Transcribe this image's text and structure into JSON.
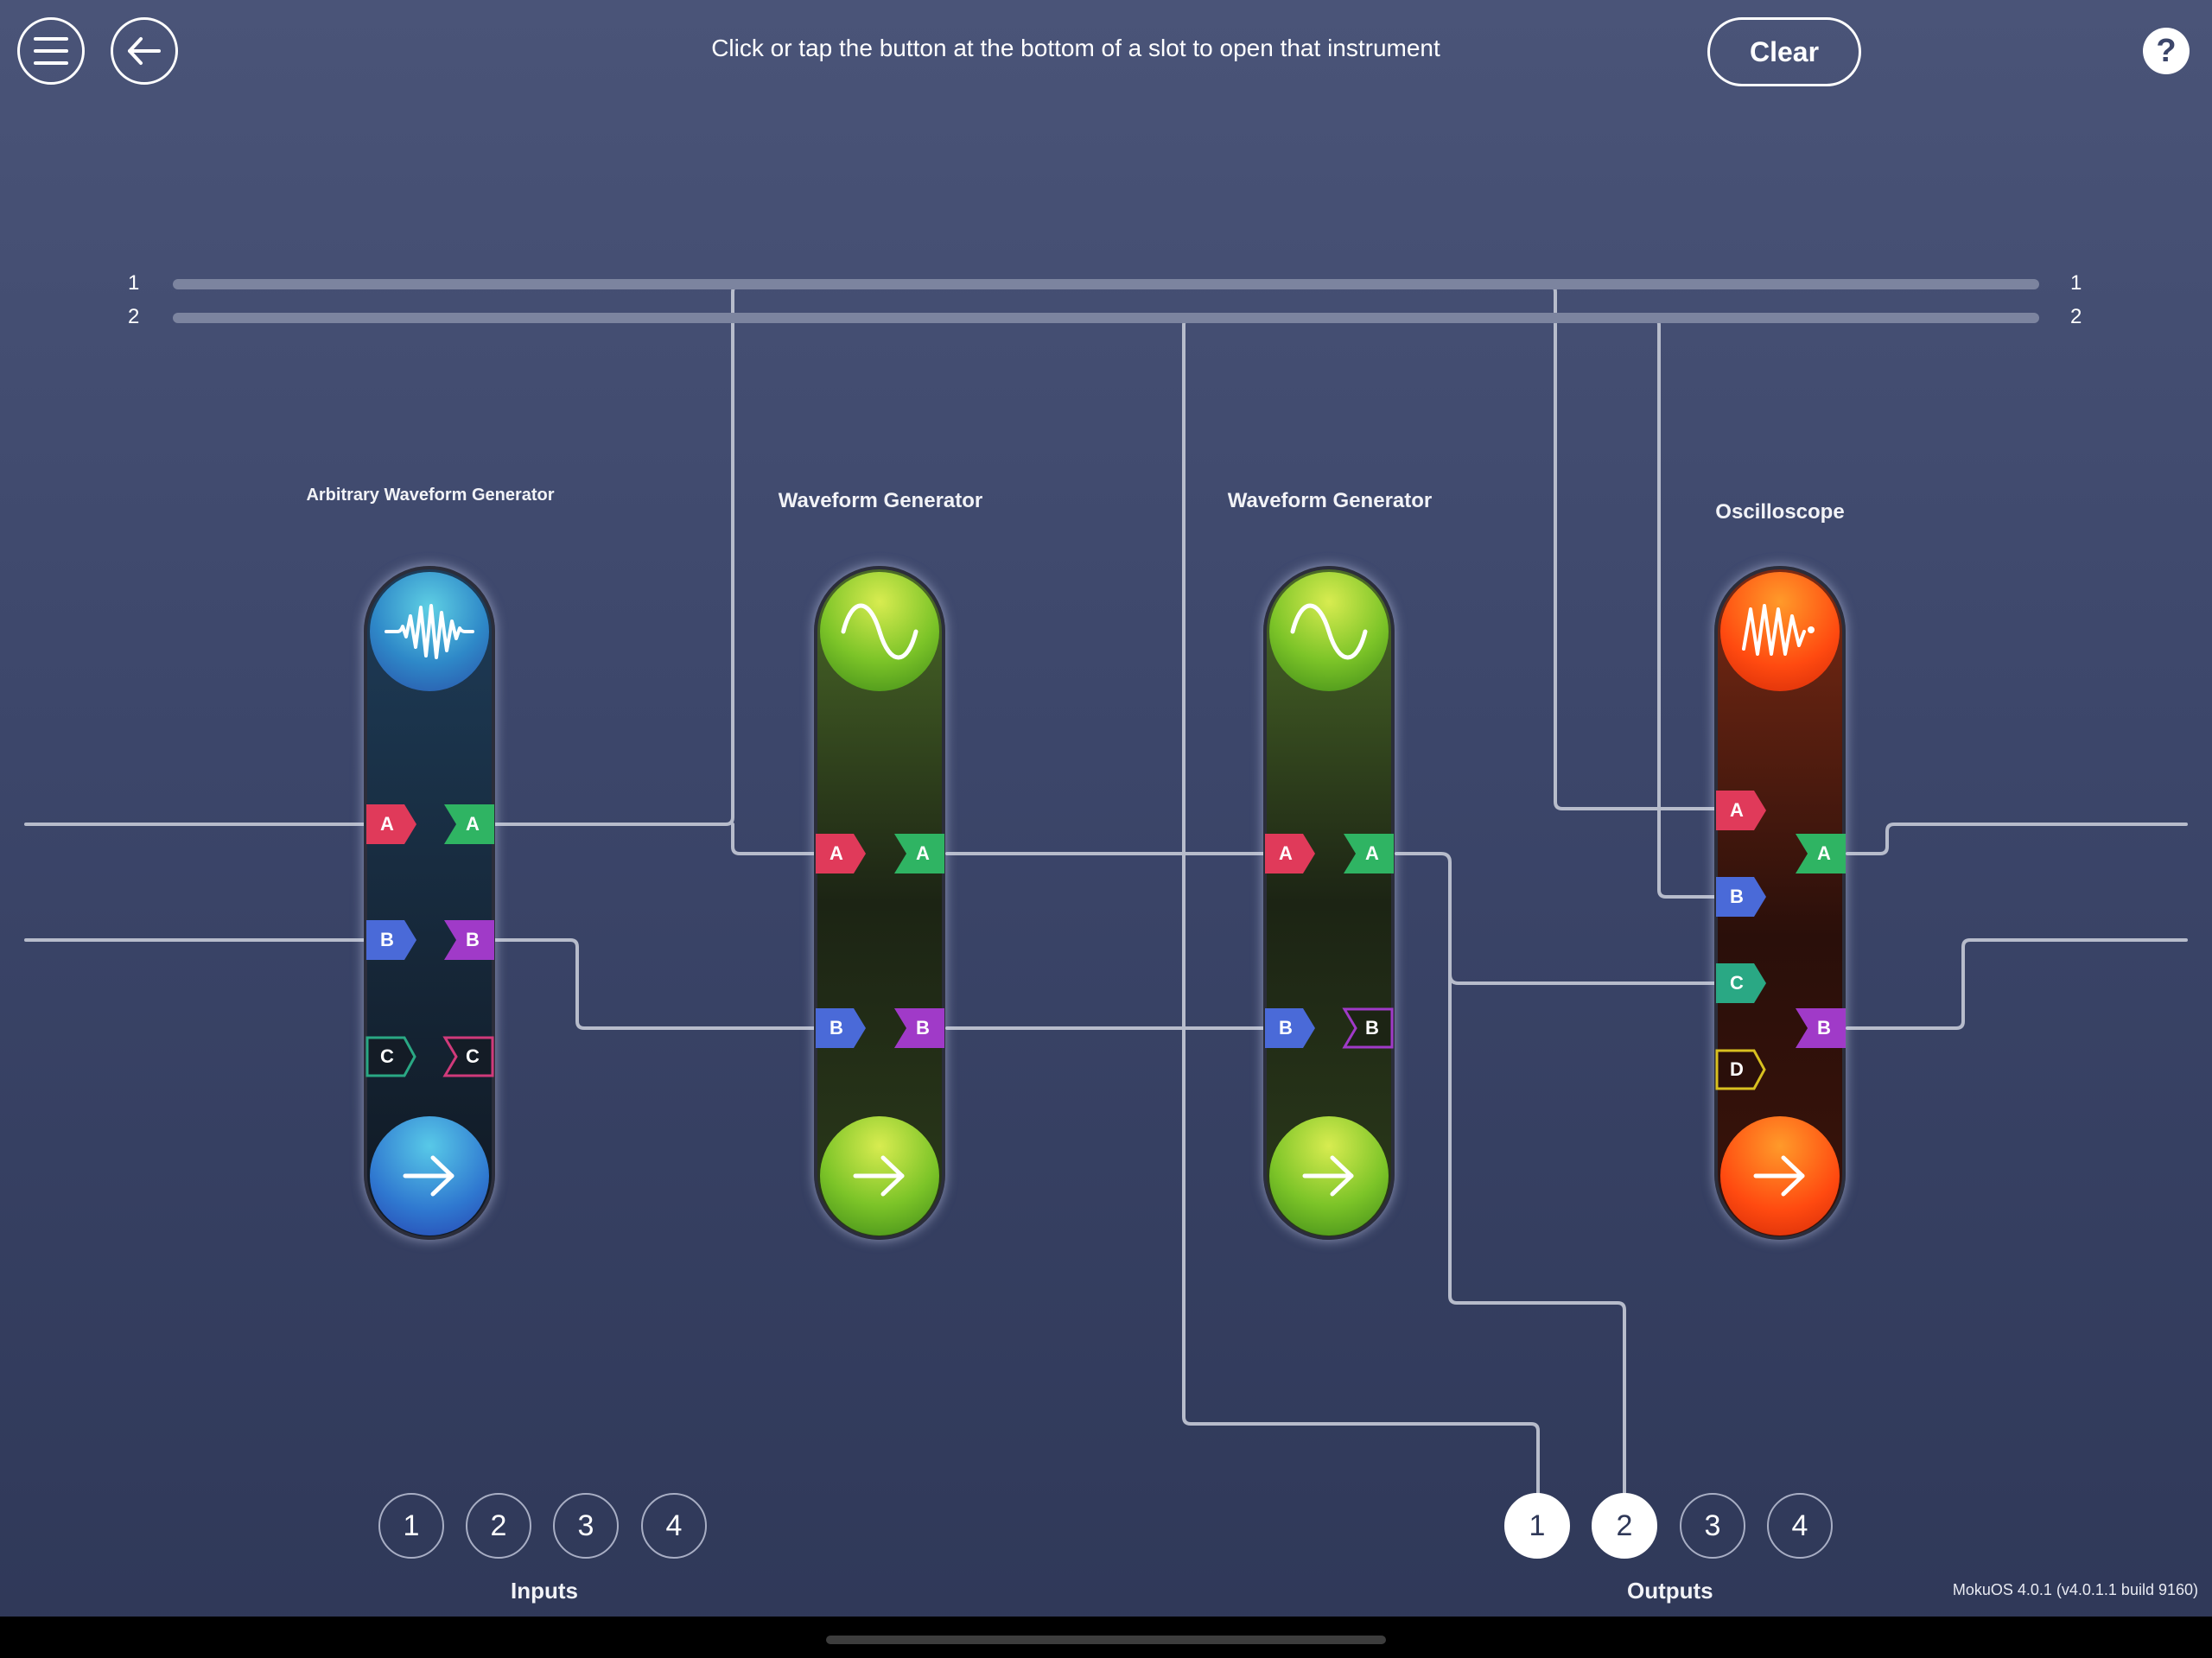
{
  "header": {
    "hint": "Click or tap the button at the bottom of a slot to open that instrument",
    "clear_label": "Clear",
    "help_label": "?",
    "menu_icon": "hamburger-menu-icon",
    "back_icon": "arrow-left-icon"
  },
  "buses": {
    "left_labels": [
      "1",
      "2"
    ],
    "right_labels": [
      "1",
      "2"
    ]
  },
  "slots": [
    {
      "title": "Arbitrary Waveform Generator",
      "icon": "arbitrary-waveform-icon",
      "open_icon": "arrow-right-icon",
      "inputs": [
        "A",
        "B",
        "C"
      ],
      "outputs": [
        "A",
        "B",
        "C"
      ]
    },
    {
      "title": "Waveform Generator",
      "icon": "sine-wave-icon",
      "open_icon": "arrow-right-icon",
      "inputs": [
        "A",
        "B"
      ],
      "outputs": [
        "A",
        "B"
      ]
    },
    {
      "title": "Waveform Generator",
      "icon": "sine-wave-icon",
      "open_icon": "arrow-right-icon",
      "inputs": [
        "A",
        "B"
      ],
      "outputs": [
        "A",
        "B"
      ]
    },
    {
      "title": "Oscilloscope",
      "icon": "oscilloscope-trace-icon",
      "open_icon": "arrow-right-icon",
      "inputs": [
        "A",
        "B",
        "C",
        "D"
      ],
      "outputs": [
        "A",
        "B"
      ]
    }
  ],
  "inputs": {
    "title": "Inputs",
    "channels": [
      "1",
      "2",
      "3",
      "4"
    ]
  },
  "outputs": {
    "title": "Outputs",
    "channels": [
      "1",
      "2",
      "3",
      "4"
    ],
    "active": [
      "1",
      "2"
    ]
  },
  "footer": {
    "version": "MokuOS 4.0.1 (v4.0.1.1 build 9160)"
  },
  "colors": {
    "port_red": "#e03a5a",
    "port_green": "#2fb463",
    "port_blue": "#4a6ad8",
    "port_purple": "#a03ac8",
    "port_teal": "#2aa884",
    "port_yellow": "#d8c020"
  }
}
